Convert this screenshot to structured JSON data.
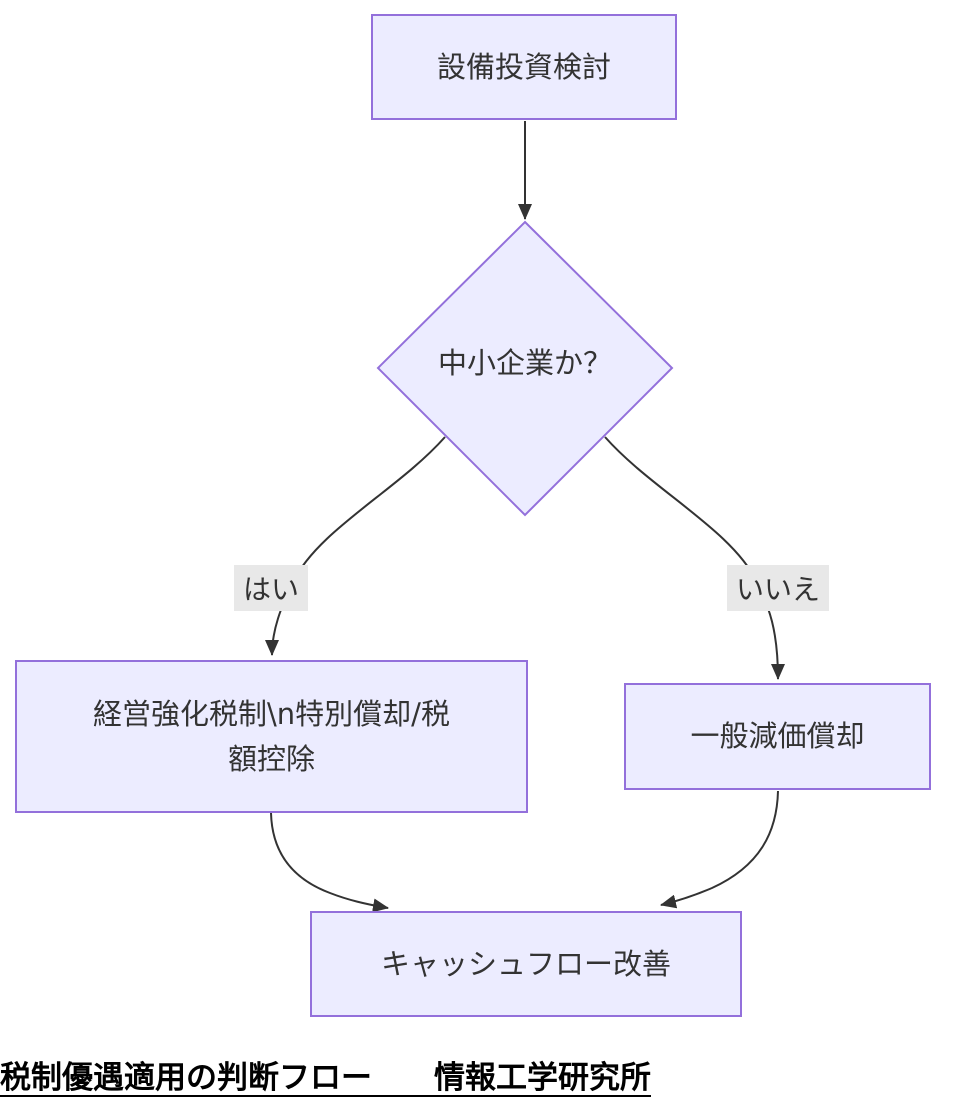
{
  "diagram": {
    "type": "flowchart",
    "direction": "top-down",
    "nodes": {
      "start": {
        "label": "設備投資検討",
        "shape": "rect"
      },
      "decision": {
        "label": "中小企業か？",
        "shape": "diamond"
      },
      "sme": {
        "label": "経営強化税制\\n特別償却/税額控除",
        "shape": "rect"
      },
      "general": {
        "label": "一般減価償却",
        "shape": "rect"
      },
      "outcome": {
        "label": "キャッシュフロー改善",
        "shape": "rect"
      }
    },
    "edges": [
      {
        "from": "start",
        "to": "decision",
        "label": ""
      },
      {
        "from": "decision",
        "to": "sme",
        "label": "はい"
      },
      {
        "from": "decision",
        "to": "general",
        "label": "いいえ"
      },
      {
        "from": "sme",
        "to": "outcome",
        "label": ""
      },
      {
        "from": "general",
        "to": "outcome",
        "label": ""
      }
    ],
    "caption": "税制優遇適用の判断フロー　　情報工学研究所"
  },
  "colors": {
    "node_fill": "#ECECFF",
    "node_border": "#9370DB",
    "edge": "#333333",
    "edge_label_bg": "#e8e8e8",
    "text": "#333333",
    "caption": "#000000",
    "page_bg": "#ffffff"
  }
}
